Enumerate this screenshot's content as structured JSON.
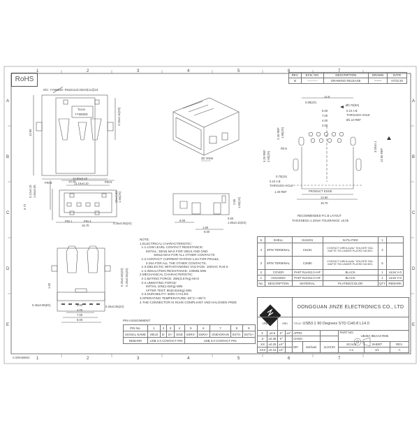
{
  "drawing": {
    "rohs_label": "RoHS",
    "date_code_label": "D/C: YYMMDD- RN221123:2022年11月23",
    "brand_mark": "Tconn",
    "date_code": "YYMMDD",
    "view_3d_label": "3D VIEW",
    "pcb_layout_label": "RECOMMENDED P.C.B LAYOUT",
    "pcb_thickness_note": "THICKNESS=1.20mm  TOLERANCE: ±0.05",
    "product_edge_label": "PRODUCT EDGE",
    "corner_label": "C-DRAWING",
    "zone_columns": [
      "1",
      "2",
      "3",
      "4",
      "5",
      "6",
      "7"
    ],
    "zone_rows": [
      "A",
      "B",
      "C",
      "D",
      "E"
    ]
  },
  "revision_block": {
    "headers": [
      "REV.",
      "ECN. NO.",
      "DESCRIPTION",
      "DRAWN",
      "DATE"
    ],
    "rows": [
      [
        "B",
        "----------",
        "DRAWING RELEASE",
        "~~~~",
        "07/31'20"
      ]
    ]
  },
  "dimensions": {
    "top_view": [
      "13.90",
      "13.10",
      "2.00±0.10(2X)"
    ],
    "front_view": [
      "12.50±0.10",
      "11.10±0.10",
      "PIN 9",
      "PIN 5",
      "PIN 1",
      "PIN 4",
      "5.12±0.10",
      "1.84±0.05",
      "5.72",
      "CH=0.60",
      "1.60(2X)",
      "0.30±0.05(2X)",
      "15.70"
    ],
    "side_view": [
      "2.85",
      "1.60(1X)",
      "0.60",
      "1.90±0.10(2X)",
      "1.60",
      "6.60",
      "6.00"
    ],
    "bottom_view": [
      "1.50",
      "0.20±0.05(4X)",
      "0.20±0.05(4X)",
      "0.40±0.05(9X)",
      "2.00",
      "4.00",
      "7.00",
      "8.00",
      "0.30±0.05(2X)"
    ],
    "pcb_layout": [
      "14.8",
      "0.80(2X)",
      "6.00",
      "7.00",
      "4.00",
      "2.00",
      "Ø0.70(9X)",
      "0.10 A B",
      "THROUGH HOLE",
      "Ø1.10 REF",
      "2.45 REF",
      "1.85(2X)",
      "0.10 A",
      "THROUGH HOLE",
      "R0.5",
      "2X",
      "3.20 REF",
      "2.50(2X)",
      "0.10 A",
      "THROUGH HOLE",
      "0.70(2X)",
      "0.10 A B",
      "THROUGH HOLE",
      "1.40 REF",
      "13.50",
      "15.70",
      "1.00",
      "1.70",
      "2.60",
      "3.00±0.1",
      "12.60 REF",
      "A",
      "B"
    ]
  },
  "notes": {
    "title": "NOTE:",
    "lines": [
      "1.ELECTRICAL CHARACTERISTIC:",
      "  1-1.LOW LEVEL CONTACT RESISTANCE:",
      "       INITIAL: 30mΩ MAX FOR VBUS AND GND",
      "                50mΩ MAX FOR ALL OTHER CONTACTS",
      "  1-2.CONTACT CURRENT RATING:1.8A FOR PIN1&4,",
      "       0.25A FOR ALL THE OTHER CONTACTS.",
      "  1-3.DIELECTIC WITHSTANDING VOLTAGE: 100VAC R.M.S",
      "  1-4.INSULATION RESISTANCE: 100MΩ MIN",
      "2.MECHANICAL CHARACTERISTIC:",
      "  2-1.MATING FORCE: 35N(3.57Kg) MAX",
      "  2-2.UNMATING FORCE:",
      "       INITIAL 10N(1.02Kg) MIN",
      "       AFTER TEST: 8N(0.816Kg) MIN",
      "  2-3.DURABILITY: 5000 CYCLES",
      "3.OPERATING TEMPERATURE:-55°C~+85°C",
      "4.THE CONNECTOR IS RoHS COMPLIANT AND HALOGEN FREE"
    ]
  },
  "bom": {
    "headers": [
      "No.",
      "DESCRIPTION",
      "MATERIAL",
      "PLATING/COLOR",
      "QTY",
      "REMARK"
    ],
    "rows": [
      [
        "5",
        "SHELL",
        "SUS201",
        "Ni PLATED",
        "1",
        ""
      ],
      [
        "4",
        "4PIN TERMINAL",
        "C5191",
        "CONTACT AREA:Au5u\" SOLDER TAIL: MATTE TIN UNDER PLATED NICKEL",
        "4",
        ""
      ],
      [
        "3",
        "5PIN TERMINAL",
        "C2680",
        "CONTACT AREA:Au5u\" SOLDER TAIL: MATTE TIN UNDER PLATED NICKEL",
        "5",
        ""
      ],
      [
        "2",
        "COVER",
        "PA9T RoHS2.0+HF",
        "BLACK",
        "1",
        "UL94 V-0"
      ],
      [
        "1",
        "HOUSING",
        "PA9T RoHS2.0+HF",
        "BLACK",
        "1",
        "UL94 V-0"
      ]
    ]
  },
  "title_block": {
    "company": "DONGGUAN JINZE ELECTRONICS CO., LTD",
    "title_label": "TITLE:",
    "title": "USB3.1 90 Degrees STD CH0.8 L14.0",
    "units_label": "UNITS:",
    "units": "mm",
    "tolerances": [
      [
        "X",
        "±0.5",
        "X°",
        "±2°"
      ],
      [
        ".X",
        "±0.38",
        "X°",
        ""
      ],
      [
        ".XX",
        "±0.25",
        "±X°",
        ""
      ],
      [
        ".XXX",
        "±0.15",
        "±X°",
        ""
      ]
    ],
    "appd_label": "APPD:",
    "chkd_label": "CHKD:",
    "dr_label": "DR:",
    "drawn_by": "Michael",
    "date": "11/23'20",
    "part_no_label": "PART NO.",
    "part_no": "UB49A-9BAA3-RHB",
    "scale_label": "SCALE",
    "scale": "1:1",
    "sheet_label": "SHEET",
    "sheet": "1/1",
    "rev_label": "REV.",
    "rev": "A"
  },
  "pin_assignment": {
    "title": "PIN ASSIGNMENT:",
    "pin_no_label": "PIN No.",
    "signal_label": "SIGNAL NAME",
    "remark_label": "REMARK",
    "pins": [
      "1",
      "2",
      "3",
      "4",
      "5",
      "6",
      "7",
      "8",
      "9"
    ],
    "signals": [
      "VBUS",
      "D-",
      "D+",
      "GND",
      "SSRX-",
      "SSRX+",
      "GND-DRAIN",
      "SSTX-",
      "SSTX+"
    ],
    "remark_usb2": "USB 2.0 CONTACT PIN",
    "remark_usb3": "USB 3.0 CONTACT PIN"
  },
  "colors": {
    "line": "#555555",
    "hatch": "#888888",
    "background": "#ffffff"
  }
}
